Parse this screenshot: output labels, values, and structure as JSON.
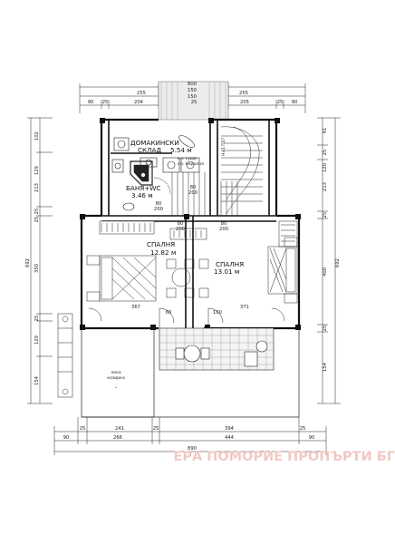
{
  "plan": {
    "rooms": {
      "storage_name": "ДОМАКИНСКИ",
      "storage_name2": "СКЛАД",
      "storage_area": "5.54 м",
      "bath_name": "БАНЯ+WC",
      "bath_area": "3.46 м",
      "bedroom1_name": "СПАЛНЯ",
      "bedroom1_area": "12.82 м",
      "bedroom2_name": "СПАЛНЯ",
      "bedroom2_area": "13.01 м",
      "stair_label": "Н=17,27",
      "terrace_label1": "лека",
      "terrace_label2": "козирка",
      "elec_note1": "ел. суши",
      "elec_note2": "ел. пералня"
    },
    "dims": {
      "top_total": "800",
      "top_left": "255",
      "top_right": "255",
      "top_center_small1": "150",
      "top_center_small2": "150",
      "top_seg": [
        "90",
        "25",
        "204",
        "25",
        "205",
        "25",
        "90"
      ],
      "right_outer": "692",
      "left_outer": "692",
      "right_segs": [
        "91",
        "120",
        "25",
        "213",
        "25",
        "400",
        "25",
        "154"
      ],
      "left_segs": [
        "102",
        "129",
        "25",
        "213",
        "25",
        "350",
        "25",
        "129",
        "154"
      ],
      "bottom_segs": [
        "25",
        "241",
        "25",
        "394",
        "25"
      ],
      "bottom_mid": [
        "90",
        "266",
        "444",
        "90"
      ],
      "bottom_total": "890",
      "inner_367": "367",
      "inner_371": "371",
      "inner_80_1": "80",
      "inner_200_1": "200",
      "inner_80_2": "80",
      "inner_200_2": "200",
      "inner_80_3": "80",
      "inner_200_3": "200",
      "inner_80_4": "80",
      "inner_200_4": "200",
      "inner_60": "60",
      "inner_160": "160"
    }
  },
  "watermark": "ЕРА ПОМОРИЕ ПРОПЪРТИ БГ"
}
